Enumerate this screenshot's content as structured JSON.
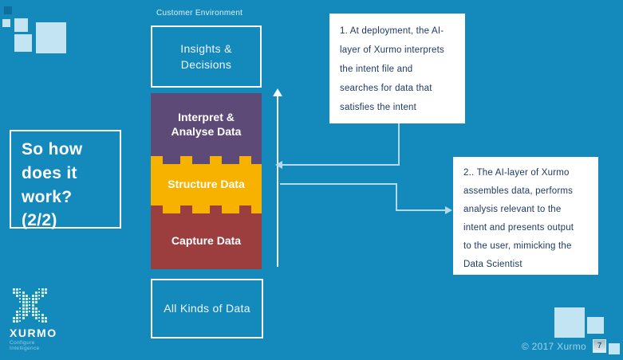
{
  "slide_title": "So how\ndoes it\nwork?\n(2/2)",
  "customer_environment_label": "Customer Environment",
  "stack": {
    "insights_box": "Insights &\nDecisions",
    "interpret_layer": "Interpret &\nAnalyse Data",
    "structure_layer": "Structure Data",
    "capture_layer": "Capture Data",
    "all_data_box": "All Kinds of Data"
  },
  "callouts": {
    "callout_1": "1. At deployment, the AI-\nlayer of Xurmo interprets\nthe intent file and\nsearches for data that\nsatisfies the intent",
    "callout_2": "2.. The AI-layer of Xurmo\nassembles data, performs\nanalysis relevant to the\nintent and presents output\nto the user, mimicking the\nData Scientist"
  },
  "logo": {
    "name": "XURMO",
    "tagline": "Configure Intelligence"
  },
  "footer": {
    "copyright": "© 2017 Xurmo",
    "page_number": "7"
  },
  "colors": {
    "background": "#1489bc",
    "interpret_purple": "#5d4a76",
    "structure_yellow": "#f7b200",
    "capture_red": "#9c3e3e",
    "callout_text": "#1d3a63",
    "light_square": "#c3e4f2",
    "connector": "#b4d9e9"
  }
}
